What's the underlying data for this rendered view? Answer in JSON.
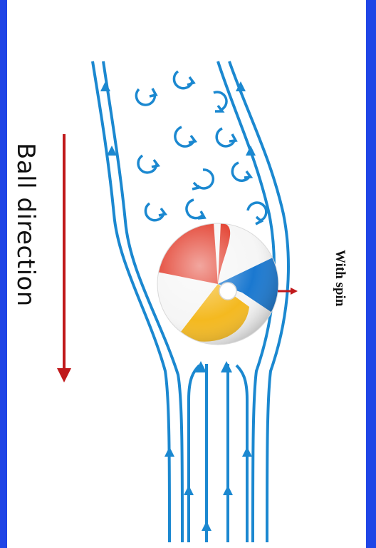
{
  "labels": {
    "ball_direction": "Ball direction",
    "with_spin": "With spin"
  },
  "colors": {
    "background": "#1f45e6",
    "streamline": "#1b88d0",
    "direction_arrow": "#c0191b",
    "ball_red": "#e23b2a",
    "ball_blue": "#1a78d0",
    "ball_yellow": "#f4b920",
    "ball_white": "#f6f6f6"
  },
  "icons": {
    "vortex": "circular-arrow-icon",
    "ball": "beach-ball"
  }
}
